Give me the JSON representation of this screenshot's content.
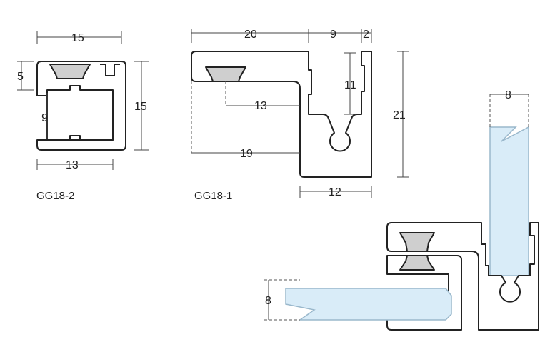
{
  "labels": {
    "left_profile": "GG18-2",
    "right_profile": "GG18-1"
  },
  "dimensions": {
    "gg18_2": {
      "width": "15",
      "height": "15",
      "top_gap": "5",
      "inner": "9",
      "bottom": "13"
    },
    "gg18_1": {
      "top_left": "20",
      "top_mid": "9",
      "top_right": "2",
      "inner_height": "11",
      "height": "21",
      "inner_width": "13",
      "long": "19",
      "bottom": "12"
    },
    "assembly": {
      "top_glass": "8",
      "side_glass": "8"
    }
  },
  "colors": {
    "glass": "#d9ecf8",
    "gasket": "#cfcfcf",
    "line": "#222222"
  }
}
